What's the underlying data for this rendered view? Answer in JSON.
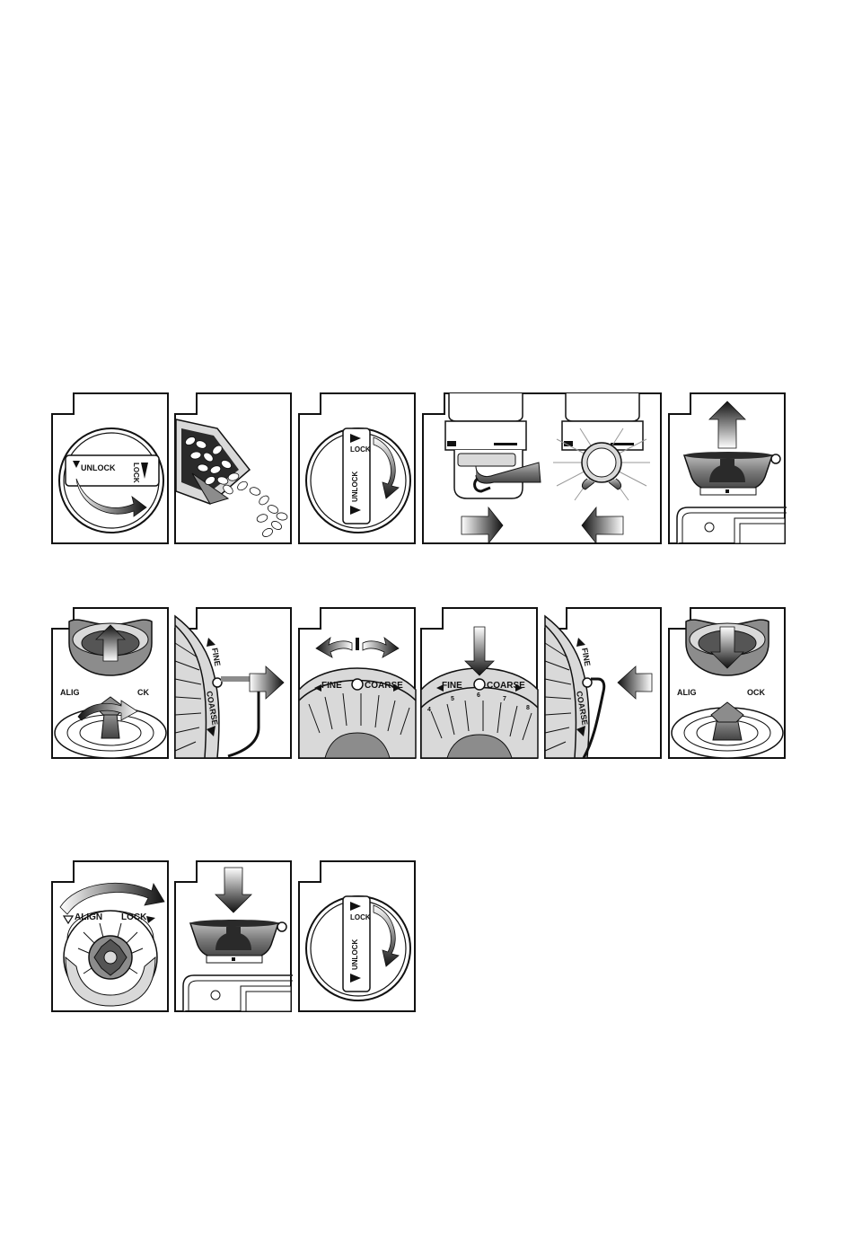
{
  "labels": {
    "unlock": "UNLOCK",
    "lock": "LOCK",
    "fine": "FINE",
    "coarse": "COARSE",
    "align": "ALIGN",
    "align_partial_left": "ALIG",
    "lock_partial_right": "CK",
    "lock_partial_right_b": "OCK"
  },
  "scale_numbers": [
    "4",
    "5",
    "6",
    "7",
    "8"
  ],
  "colors": {
    "outline": "#111111",
    "fill_dark": "#2a2a2a",
    "fill_mid": "#8c8c8c",
    "fill_light": "#d9d9d9",
    "background": "#ffffff"
  },
  "icons": [
    "unlock-dial-icon",
    "bean-hopper-icon",
    "lock-dial-icon",
    "portafilter-insert-icon",
    "remove-hopper-icon",
    "remove-burr-icon",
    "grind-setting-icon",
    "insert-burr-icon",
    "align-lock-icon",
    "replace-hopper-icon"
  ]
}
